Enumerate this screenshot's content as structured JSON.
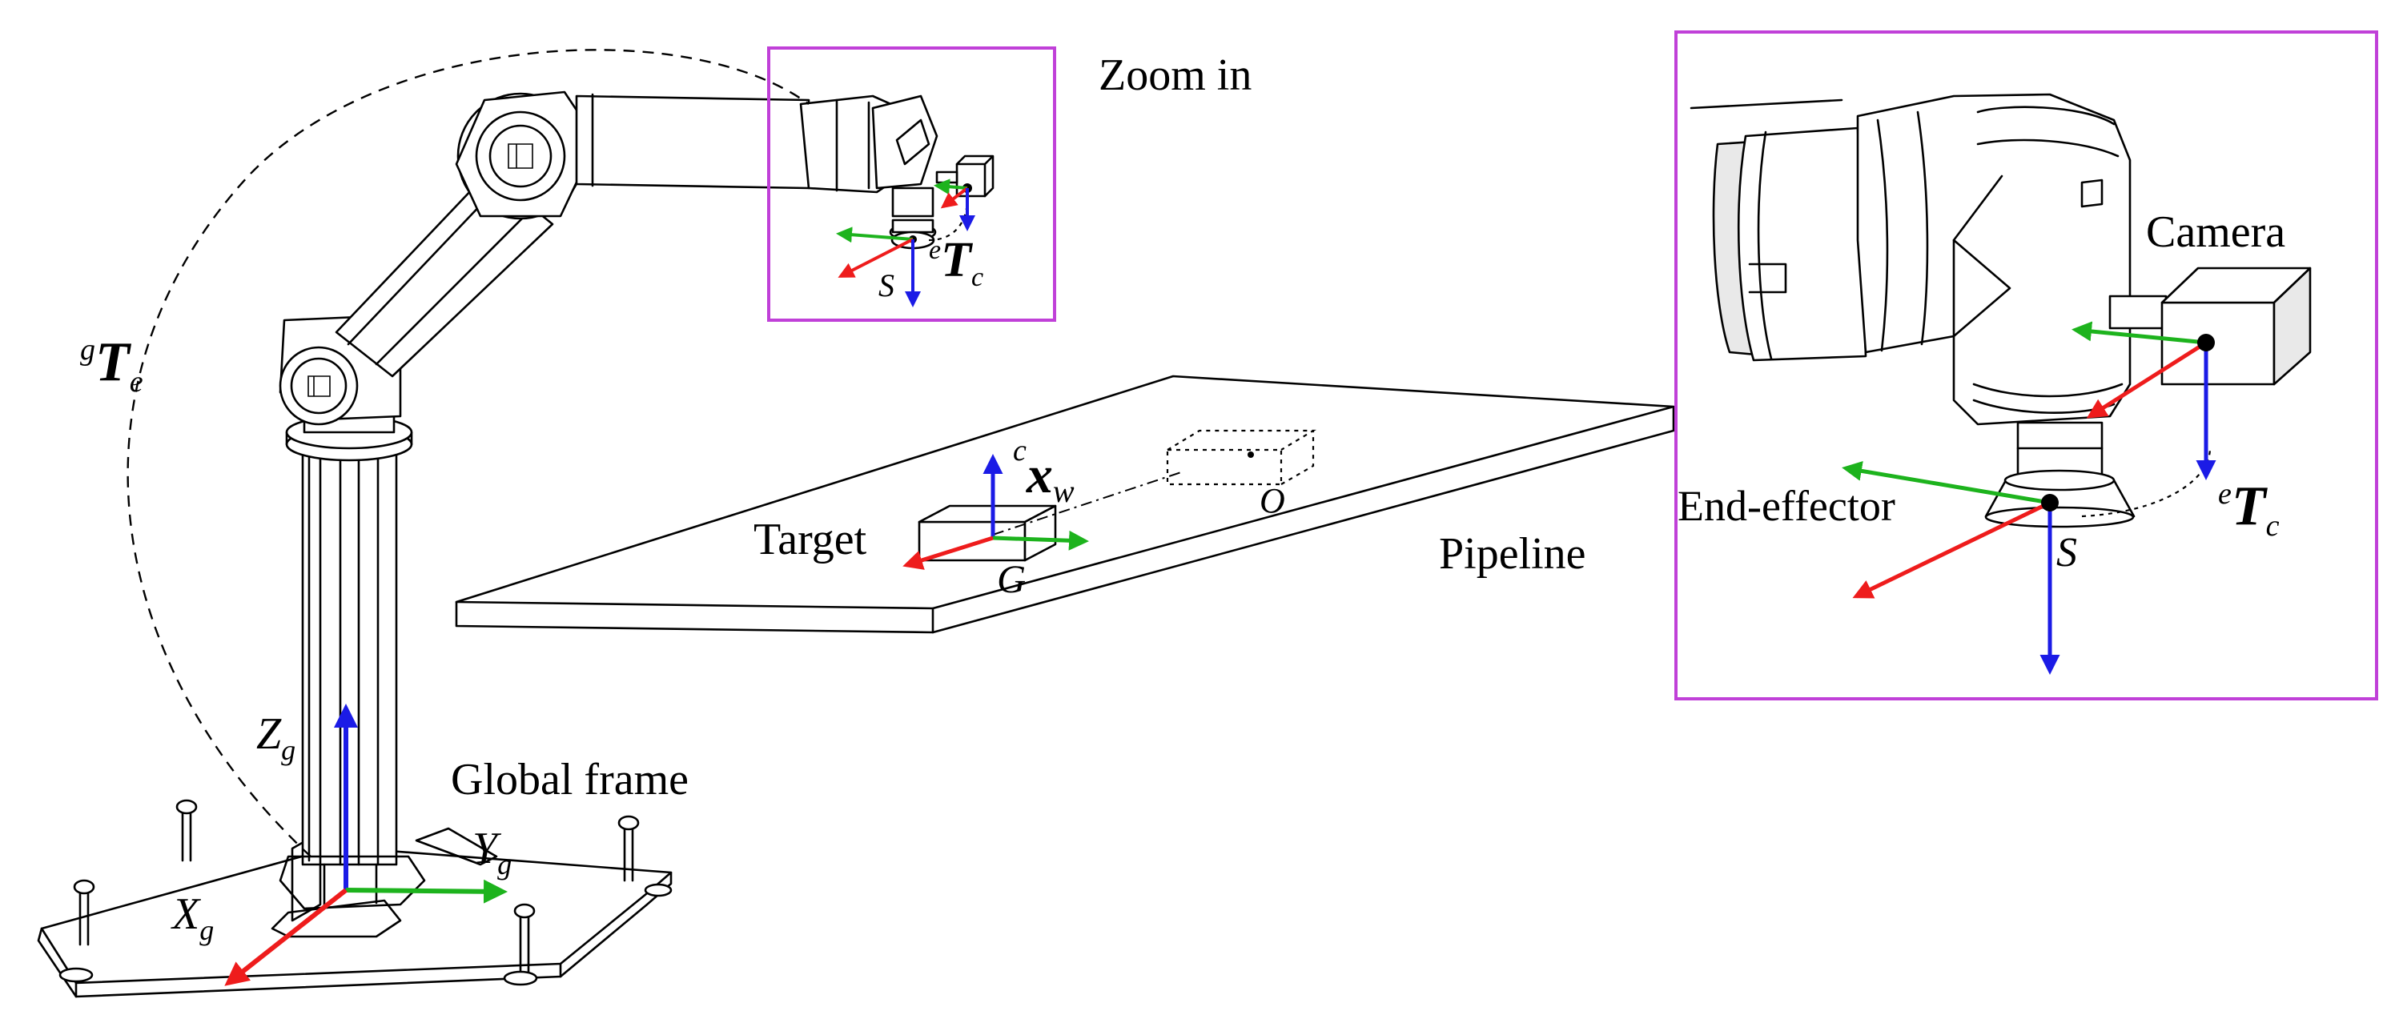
{
  "labels": {
    "zoom_in": "Zoom in",
    "camera": "Camera",
    "end_effector": "End-effector",
    "pipeline": "Pipeline",
    "target": "Target",
    "global_frame": "Global frame"
  },
  "symbols": {
    "gTe": {
      "sup": "g",
      "main": "T",
      "sub": "e"
    },
    "eTc_small": {
      "sup": "e",
      "main": "T",
      "sub": "c"
    },
    "eTc_large": {
      "sup": "e",
      "main": "T",
      "sub": "c"
    },
    "cxw": {
      "sup": "c",
      "main": "x",
      "sub": "w"
    },
    "S_small": "S",
    "S_large": "S",
    "G": "G",
    "O": "O",
    "Zg": {
      "main": "Z",
      "sub": "g"
    },
    "Yg": {
      "main": "Y",
      "sub": "g"
    },
    "Xg": {
      "main": "X",
      "sub": "g"
    }
  },
  "colors": {
    "x_axis": "#ee1c1c",
    "y_axis": "#1db31d",
    "z_axis": "#1b1be6",
    "zoom_frame": "#c040d8"
  }
}
